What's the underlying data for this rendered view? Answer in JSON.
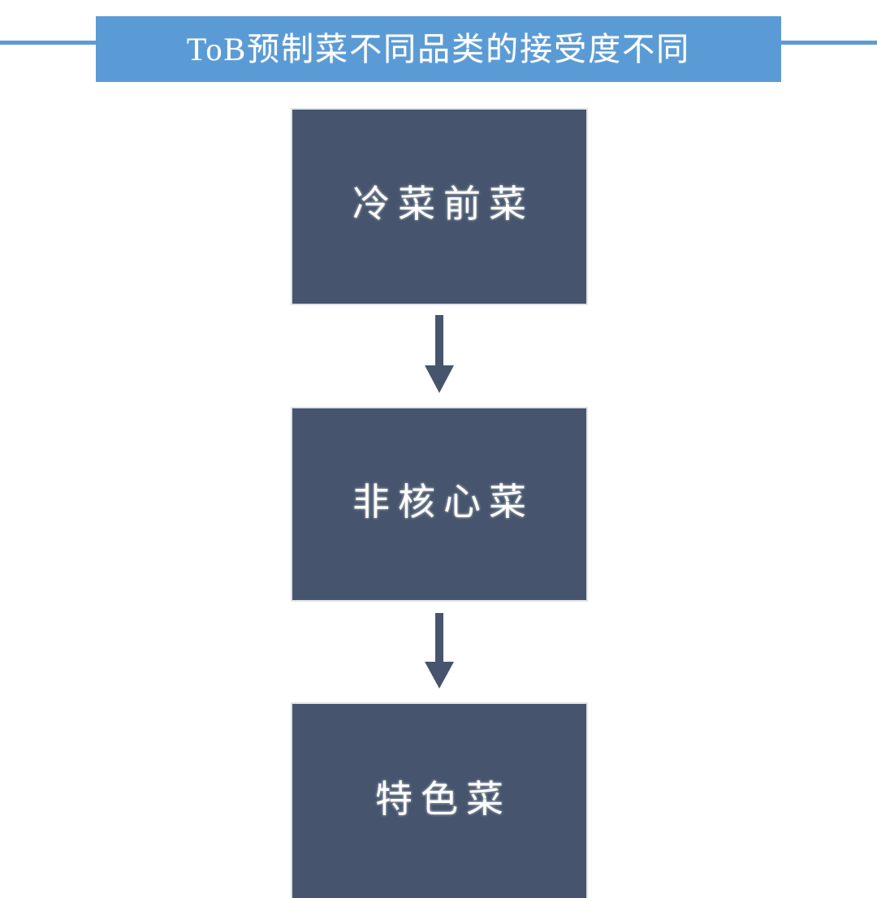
{
  "header": {
    "title": "ToB预制菜不同品类的接受度不同",
    "banner_color": "#5B9BD5",
    "rule_color": "#5B9BD5",
    "title_color": "#FFFFFF"
  },
  "diagram": {
    "type": "vertical-flow",
    "box_fill_color": "#46556D",
    "box_border_color": "#DFE3E8",
    "box_text_color": "#FFFFFF",
    "arrow_color": "#46556D",
    "background_color": "#FFFFFF",
    "nodes": [
      {
        "id": "node-1",
        "label": "冷菜前菜"
      },
      {
        "id": "node-2",
        "label": "非核心菜"
      },
      {
        "id": "node-3",
        "label": "特色菜"
      }
    ],
    "connectors": [
      {
        "id": "arrow-1",
        "from": "node-1",
        "to": "node-2",
        "direction": "down"
      },
      {
        "id": "arrow-2",
        "from": "node-2",
        "to": "node-3",
        "direction": "down"
      }
    ]
  }
}
